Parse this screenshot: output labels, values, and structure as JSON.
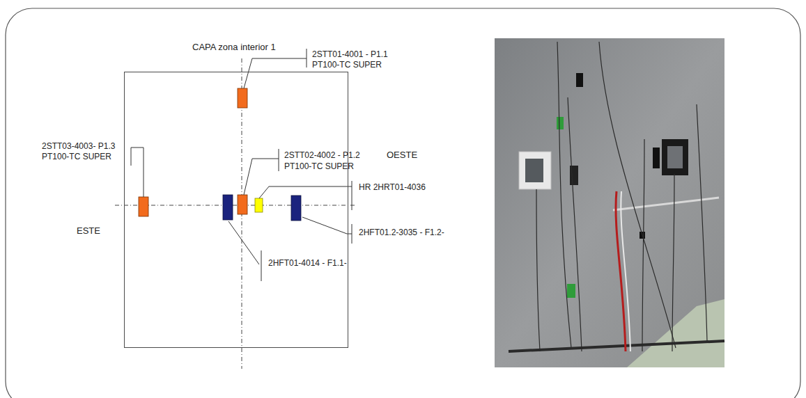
{
  "diagram": {
    "nodes": [
      {
        "text": [
          "CAPA zona interior 1"
        ]
      }
    ],
    "labels": [
      "2STT01-4001 - P1.1",
      "PT100-TC SUPER",
      "2STT03-4003- P1.3",
      "PT100-TC SUPER",
      "2STT02-4002 - P1.2",
      "PT100-TC SUPER",
      "OESTE",
      "HR 2HRT01-4036",
      "ESTE",
      "2HFT01.2-3035 - F1.2-",
      "2HFT01-4014 - F1.1-"
    ]
  }
}
